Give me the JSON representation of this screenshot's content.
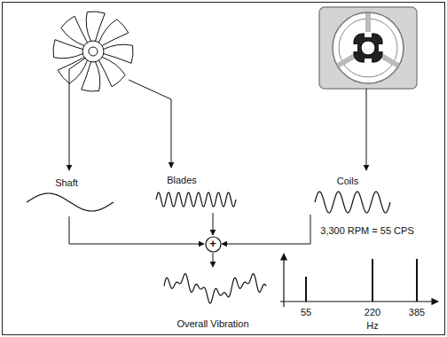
{
  "diagram": {
    "nodes": [
      {
        "text": [
          "+"
        ]
      }
    ],
    "labels": [
      "Shaft",
      "Blades",
      "Coils",
      "3,300 RPM = 55 CPS",
      "55",
      "220",
      "385",
      "Hz",
      "Overall Vibration"
    ]
  }
}
